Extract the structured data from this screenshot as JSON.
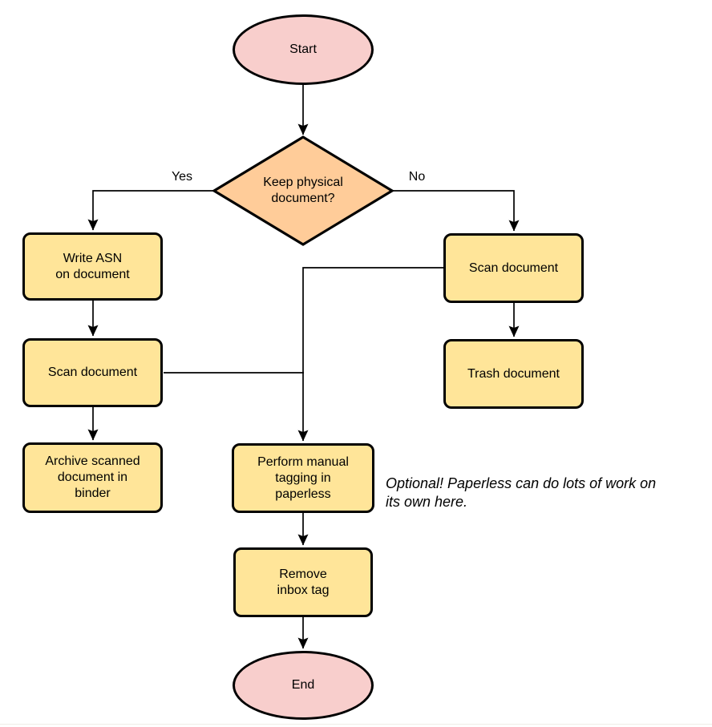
{
  "diagram": {
    "nodes": {
      "start": {
        "type": "terminator",
        "label": "Start"
      },
      "decision": {
        "type": "decision",
        "label": "Keep physical\ndocument?"
      },
      "write_asn": {
        "type": "process",
        "label": "Write ASN\non document"
      },
      "scan_keep": {
        "type": "process",
        "label": "Scan document"
      },
      "archive": {
        "type": "process",
        "label": "Archive scanned\ndocument in\nbinder"
      },
      "scan_no_keep": {
        "type": "process",
        "label": "Scan document"
      },
      "trash": {
        "type": "process",
        "label": "Trash document"
      },
      "manual_tagging": {
        "type": "process",
        "label": "Perform manual\ntagging in\npaperless"
      },
      "remove_inbox_tag": {
        "type": "process",
        "label": "Remove\ninbox tag"
      },
      "end": {
        "type": "terminator",
        "label": "End"
      }
    },
    "edges": [
      {
        "from": "start",
        "to": "decision",
        "label": ""
      },
      {
        "from": "decision",
        "to": "write_asn",
        "label": "Yes"
      },
      {
        "from": "decision",
        "to": "scan_no_keep",
        "label": "No"
      },
      {
        "from": "write_asn",
        "to": "scan_keep",
        "label": ""
      },
      {
        "from": "scan_keep",
        "to": "archive",
        "label": ""
      },
      {
        "from": "scan_no_keep",
        "to": "trash",
        "label": ""
      },
      {
        "from": "scan_no_keep",
        "to": "manual_tagging",
        "label": ""
      },
      {
        "from": "scan_keep",
        "to": "manual_tagging",
        "label": ""
      },
      {
        "from": "manual_tagging",
        "to": "remove_inbox_tag",
        "label": ""
      },
      {
        "from": "remove_inbox_tag",
        "to": "end",
        "label": ""
      }
    ],
    "note": "Optional! Paperless can do lots of work on\nits own here.",
    "colors": {
      "terminator_fill": "#f8cecc",
      "decision_fill": "#ffcc99",
      "process_fill": "#ffe599",
      "stroke": "#000000",
      "divider": "#efede6"
    }
  }
}
